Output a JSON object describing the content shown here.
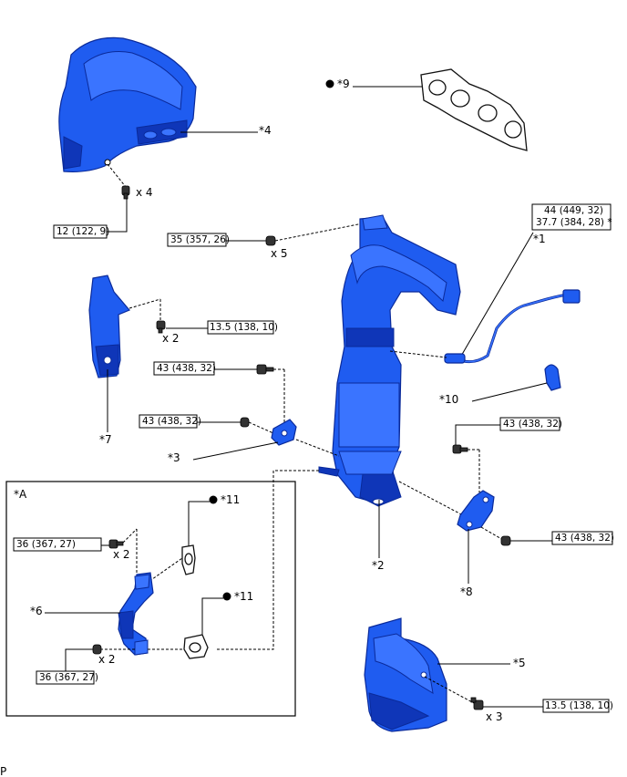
{
  "callouts": {
    "c1": "*1",
    "c2": "*2",
    "c3": "*3",
    "c4": "*4",
    "c5": "*5",
    "c6": "*6",
    "c7": "*7",
    "c8": "*8",
    "c9": "*9",
    "c10": "*10",
    "c11a": "*11",
    "c11b": "*11",
    "inset": "*A"
  },
  "quantities": {
    "q_hs_upper": "x 4",
    "q_manifold_nuts": "x 5",
    "q_stay7": "x 2",
    "q_lower_hs": "x 3",
    "q_pipe_upper": "x 2",
    "q_pipe_lower": "x 2"
  },
  "torques": {
    "t_hs_upper": "12 (122, 9)",
    "t_manifold_nuts": "35 (357, 26)",
    "t_sensor_a": "44 (449, 32)",
    "t_sensor_b": "37.7 (384, 28) *",
    "t_stay7": "13.5 (138, 10)",
    "t_bracket3_bolt": "43 (438, 32)",
    "t_bracket3_nut": "43 (438, 32)",
    "t_stay8_bolt": "43 (438, 32)",
    "t_stay8_nut": "43 (438, 32)",
    "t_pipe_upper": "36 (367, 27)",
    "t_pipe_lower": "36 (367, 27)",
    "t_lower_hs": "13.5 (138, 10)"
  },
  "footer_code": "P",
  "colors": {
    "part_blue": "#1f5cf0",
    "outline_dark": "#0a2a9a"
  }
}
